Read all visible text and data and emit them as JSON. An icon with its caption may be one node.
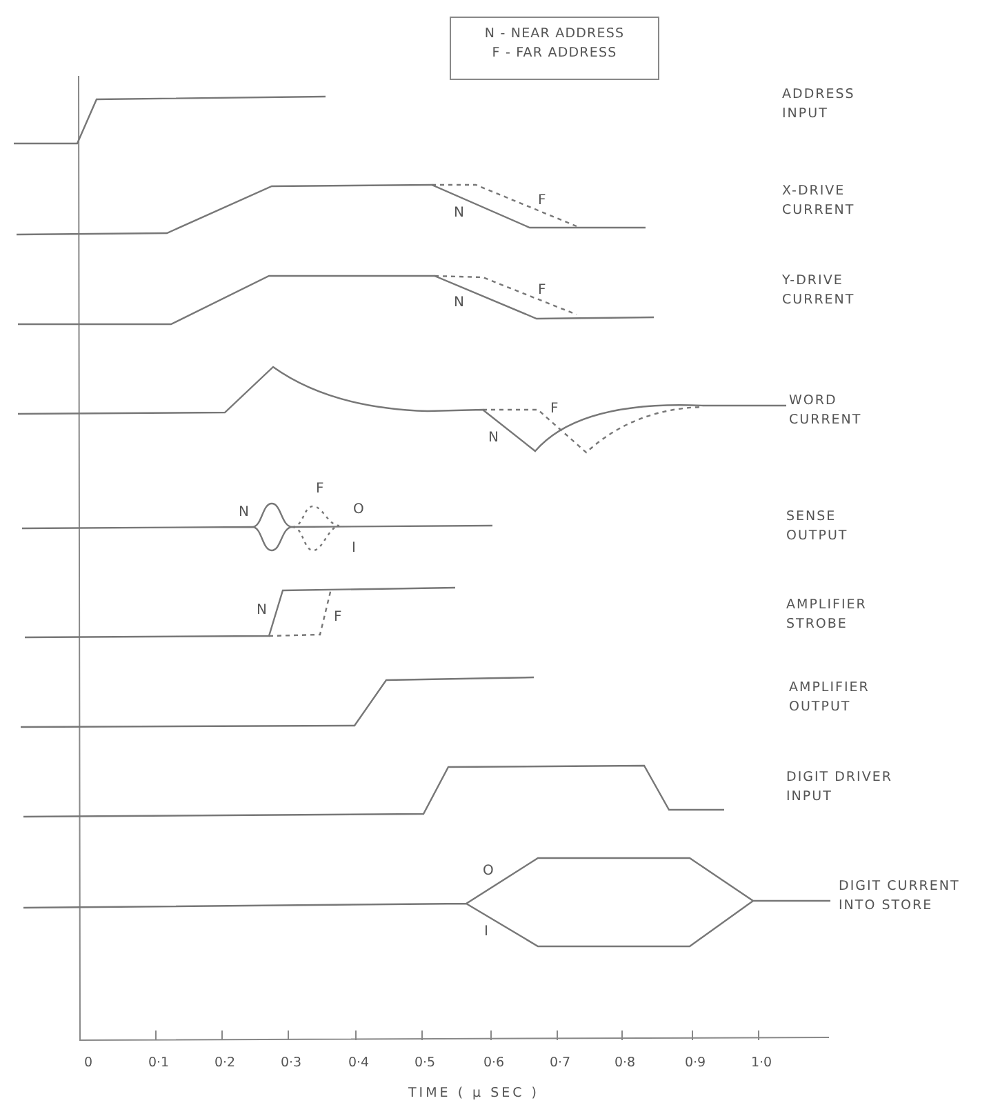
{
  "diagram": {
    "nodes": [
      {
        "text": [
          "N - NEAR ADDRESS",
          "F - FAR ADDRESS"
        ]
      }
    ],
    "edges": [],
    "labels": [
      "ADDRESS INPUT",
      "F",
      "N",
      "X-DRIVE CURRENT",
      "F",
      "N",
      "Y-DRIVE CURRENT",
      "F",
      "N",
      "WORD CURRENT",
      "F",
      "N",
      "O",
      "I",
      "SENSE OUTPUT",
      "N",
      "F",
      "AMPLIFIER STROBE",
      "AMPLIFIER OUTPUT",
      "DIGIT DRIVER INPUT",
      "O",
      "I",
      "DIGIT CURRENT INTO STORE",
      "0",
      "0·1",
      "0·2",
      "0·3",
      "0·4",
      "0·5",
      "0·6",
      "0·7",
      "0·8",
      "0·9",
      "1·0",
      "TIME ( μ SEC )"
    ]
  }
}
